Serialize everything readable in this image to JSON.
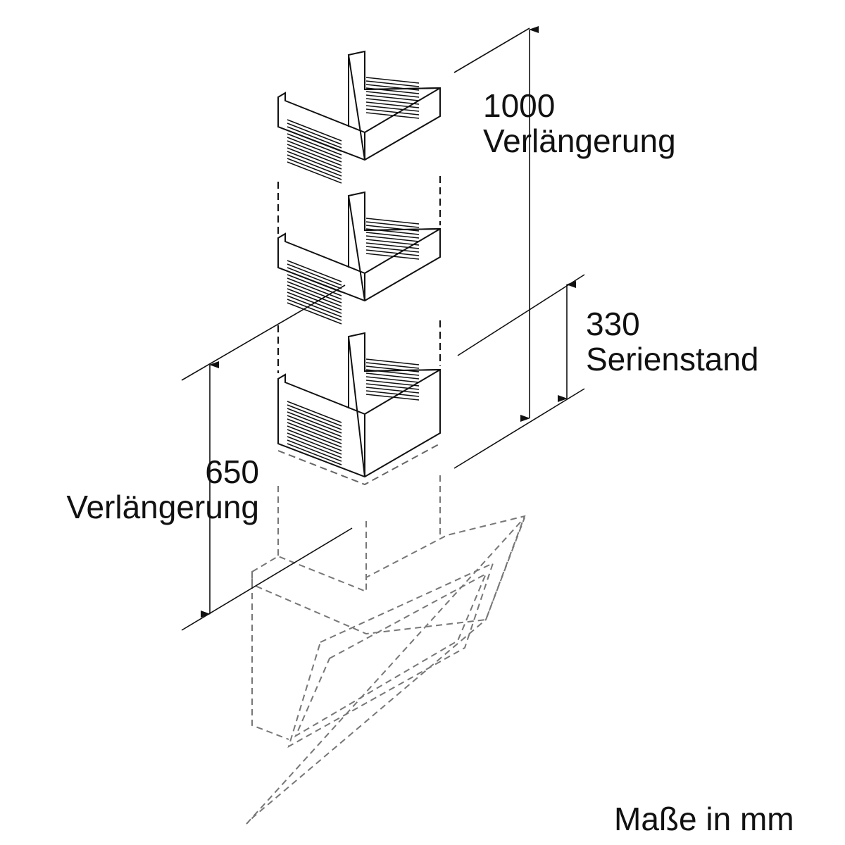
{
  "dimensions": {
    "top": {
      "value": "1000",
      "label": "Verlängerung"
    },
    "middle": {
      "value": "330",
      "label": "Serienstand"
    },
    "left": {
      "value": "650",
      "label": "Verlängerung"
    }
  },
  "units_note": "Maße in mm"
}
